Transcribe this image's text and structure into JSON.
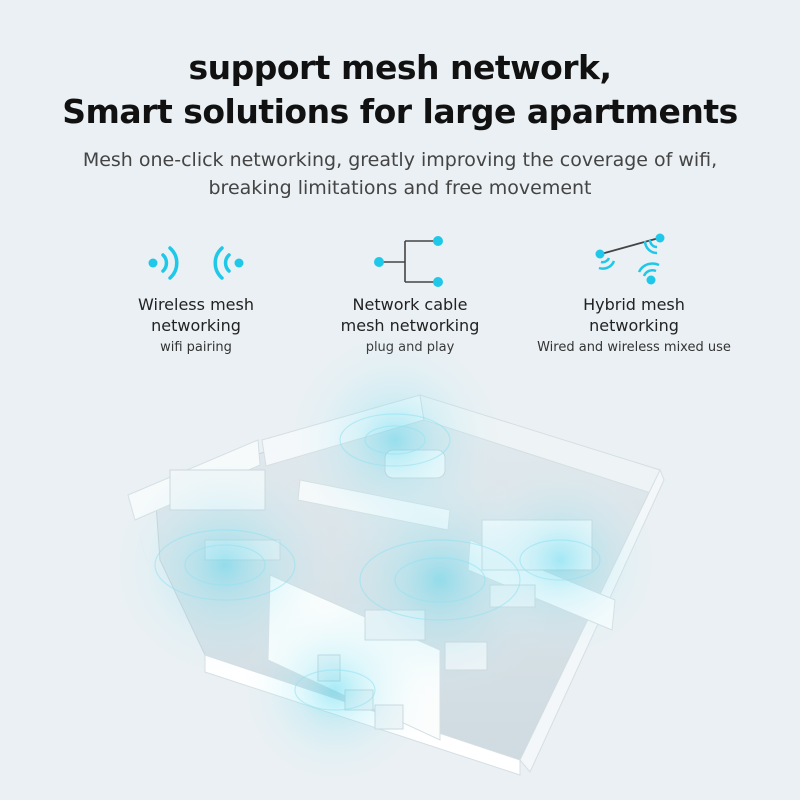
{
  "header": {
    "title_line1": "support mesh network,",
    "title_line2": "Smart solutions for large apartments",
    "subtitle_line1": "Mesh one-click networking, greatly improving the coverage of wifi,",
    "subtitle_line2": "breaking limitations and free movement"
  },
  "features": [
    {
      "line1": "Wireless mesh",
      "line2": "networking",
      "line3": "wifi pairing",
      "icon": "wifi-pairing-icon"
    },
    {
      "line1": "Network cable",
      "line2": "mesh networking",
      "line3": "plug and play",
      "icon": "network-cable-icon"
    },
    {
      "line1": "Hybrid mesh",
      "line2": "networking",
      "line3": "Wired and wireless mixed use",
      "icon": "hybrid-mesh-icon"
    }
  ],
  "colors": {
    "background": "#eaf0f3",
    "accent": "#1fc8e8",
    "wall": "#ffffff",
    "floor": "#d9e3e8"
  }
}
